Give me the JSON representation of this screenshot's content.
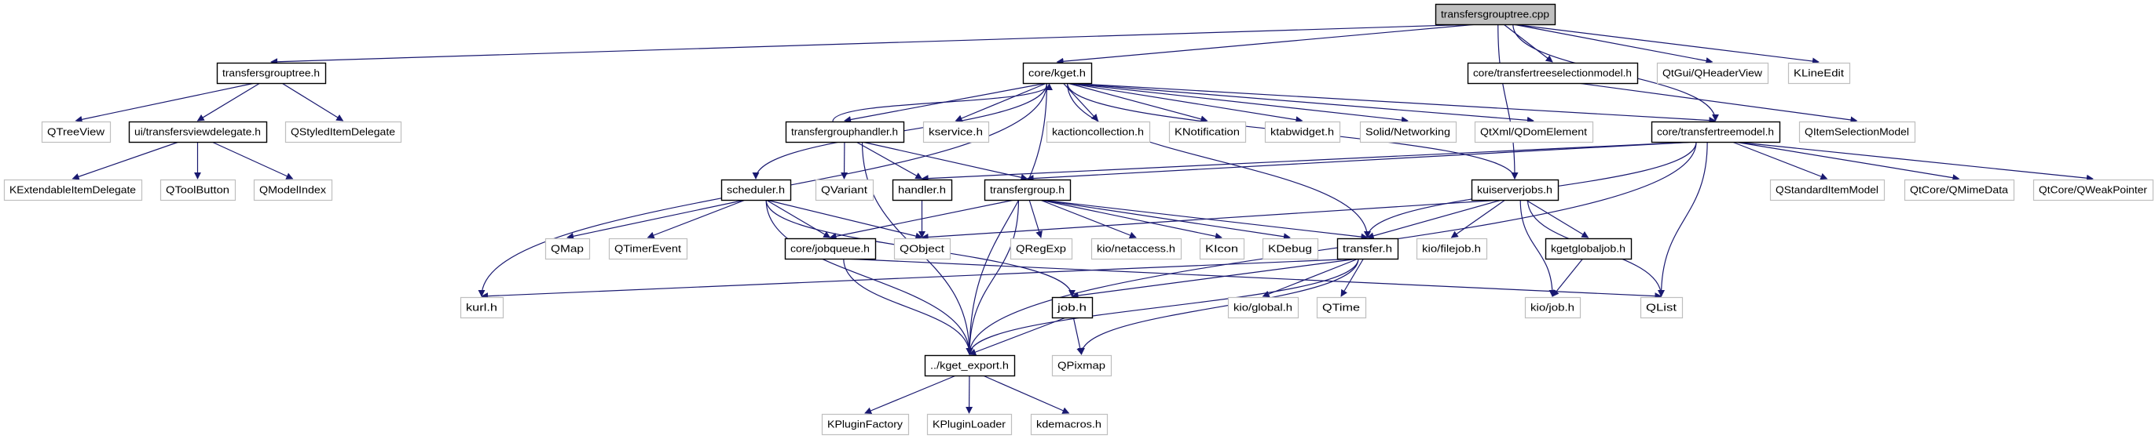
{
  "colors": {
    "edge": "#191970",
    "root_fill": "#bfbfbf",
    "documented_border": "#000000",
    "external_border": "#bfbfbf"
  },
  "nodes": [
    {
      "id": "cpp",
      "label": "transfersgrouptree.cpp",
      "kind": "root"
    },
    {
      "id": "tgt_h",
      "label": "transfersgrouptree.h",
      "kind": "documented"
    },
    {
      "id": "kget",
      "label": "core/kget.h",
      "kind": "documented"
    },
    {
      "id": "tsel",
      "label": "core/transfertreeselectionmodel.h",
      "kind": "documented"
    },
    {
      "id": "qheader",
      "label": "QtGui/QHeaderView",
      "kind": "external"
    },
    {
      "id": "klineedit",
      "label": "KLineEdit",
      "kind": "external"
    },
    {
      "id": "qtreeview",
      "label": "QTreeView",
      "kind": "external"
    },
    {
      "id": "tvd",
      "label": "ui/transfersviewdelegate.h",
      "kind": "documented"
    },
    {
      "id": "qstyled",
      "label": "QStyledItemDelegate",
      "kind": "external"
    },
    {
      "id": "tgh",
      "label": "transfergrouphandler.h",
      "kind": "documented"
    },
    {
      "id": "kservice",
      "label": "kservice.h",
      "kind": "external"
    },
    {
      "id": "kaction",
      "label": "kactioncollection.h",
      "kind": "external"
    },
    {
      "id": "knotif",
      "label": "KNotification",
      "kind": "external"
    },
    {
      "id": "ktab",
      "label": "ktabwidget.h",
      "kind": "external"
    },
    {
      "id": "solid",
      "label": "Solid/Networking",
      "kind": "external"
    },
    {
      "id": "qdom",
      "label": "QtXml/QDomElement",
      "kind": "external"
    },
    {
      "id": "ttm",
      "label": "core/transfertreemodel.h",
      "kind": "documented"
    },
    {
      "id": "qisel",
      "label": "QItemSelectionModel",
      "kind": "external"
    },
    {
      "id": "kext",
      "label": "KExtendableItemDelegate",
      "kind": "external"
    },
    {
      "id": "qtoolbutton",
      "label": "QToolButton",
      "kind": "external"
    },
    {
      "id": "qmodelindex",
      "label": "QModelIndex",
      "kind": "external"
    },
    {
      "id": "scheduler",
      "label": "scheduler.h",
      "kind": "documented"
    },
    {
      "id": "qvariant",
      "label": "QVariant",
      "kind": "external"
    },
    {
      "id": "handler",
      "label": "handler.h",
      "kind": "documented"
    },
    {
      "id": "tgroup",
      "label": "transfergroup.h",
      "kind": "documented"
    },
    {
      "id": "kuis",
      "label": "kuiserverjobs.h",
      "kind": "documented"
    },
    {
      "id": "qsim",
      "label": "QStandardItemModel",
      "kind": "external"
    },
    {
      "id": "qmime",
      "label": "QtCore/QMimeData",
      "kind": "external"
    },
    {
      "id": "qweak",
      "label": "QtCore/QWeakPointer",
      "kind": "external"
    },
    {
      "id": "qmap",
      "label": "QMap",
      "kind": "external"
    },
    {
      "id": "qtimer",
      "label": "QTimerEvent",
      "kind": "external"
    },
    {
      "id": "jobqueue",
      "label": "core/jobqueue.h",
      "kind": "documented"
    },
    {
      "id": "qobject",
      "label": "QObject",
      "kind": "external"
    },
    {
      "id": "qregexp",
      "label": "QRegExp",
      "kind": "external"
    },
    {
      "id": "netaccess",
      "label": "kio/netaccess.h",
      "kind": "external"
    },
    {
      "id": "kicon",
      "label": "KIcon",
      "kind": "external"
    },
    {
      "id": "kdebug",
      "label": "KDebug",
      "kind": "external"
    },
    {
      "id": "transfer",
      "label": "transfer.h",
      "kind": "documented"
    },
    {
      "id": "filejob",
      "label": "kio/filejob.h",
      "kind": "external"
    },
    {
      "id": "kggj",
      "label": "kgetglobaljob.h",
      "kind": "documented"
    },
    {
      "id": "kurl",
      "label": "kurl.h",
      "kind": "external"
    },
    {
      "id": "job",
      "label": "job.h",
      "kind": "documented"
    },
    {
      "id": "kioglobal",
      "label": "kio/global.h",
      "kind": "external"
    },
    {
      "id": "qtime",
      "label": "QTime",
      "kind": "external"
    },
    {
      "id": "kiojob",
      "label": "kio/job.h",
      "kind": "external"
    },
    {
      "id": "qlist",
      "label": "QList",
      "kind": "external"
    },
    {
      "id": "export",
      "label": "../kget_export.h",
      "kind": "documented"
    },
    {
      "id": "qpixmap",
      "label": "QPixmap",
      "kind": "external"
    },
    {
      "id": "kpf",
      "label": "KPluginFactory",
      "kind": "external"
    },
    {
      "id": "kpl",
      "label": "KPluginLoader",
      "kind": "external"
    },
    {
      "id": "kdemacros",
      "label": "kdemacros.h",
      "kind": "external"
    }
  ],
  "edges": [
    [
      "cpp",
      "tgt_h"
    ],
    [
      "cpp",
      "kget"
    ],
    [
      "cpp",
      "tsel"
    ],
    [
      "cpp",
      "qheader"
    ],
    [
      "cpp",
      "klineedit"
    ],
    [
      "cpp",
      "ttm"
    ],
    [
      "cpp",
      "kuis"
    ],
    [
      "tgt_h",
      "qtreeview"
    ],
    [
      "tgt_h",
      "tvd"
    ],
    [
      "tgt_h",
      "qstyled"
    ],
    [
      "tvd",
      "kext"
    ],
    [
      "tvd",
      "qtoolbutton"
    ],
    [
      "tvd",
      "qmodelindex"
    ],
    [
      "kget",
      "tgh"
    ],
    [
      "kget",
      "kservice"
    ],
    [
      "kget",
      "kaction"
    ],
    [
      "kget",
      "knotif"
    ],
    [
      "kget",
      "ktab"
    ],
    [
      "kget",
      "solid"
    ],
    [
      "kget",
      "qdom"
    ],
    [
      "kget",
      "ttm"
    ],
    [
      "kget",
      "scheduler"
    ],
    [
      "kget",
      "kurl"
    ],
    [
      "kget",
      "export"
    ],
    [
      "kget",
      "transfer"
    ],
    [
      "kget",
      "kuis"
    ],
    [
      "tgh",
      "kget"
    ],
    [
      "tgh",
      "qvariant"
    ],
    [
      "tgh",
      "handler"
    ],
    [
      "tgh",
      "tgroup"
    ],
    [
      "tgh",
      "export"
    ],
    [
      "tsel",
      "qisel"
    ],
    [
      "scheduler",
      "qmap"
    ],
    [
      "scheduler",
      "qtimer"
    ],
    [
      "scheduler",
      "jobqueue"
    ],
    [
      "scheduler",
      "qobject"
    ],
    [
      "scheduler",
      "export"
    ],
    [
      "scheduler",
      "job"
    ],
    [
      "handler",
      "qobject"
    ],
    [
      "tgroup",
      "jobqueue"
    ],
    [
      "tgroup",
      "export"
    ],
    [
      "tgroup",
      "qregexp"
    ],
    [
      "tgroup",
      "netaccess"
    ],
    [
      "tgroup",
      "kicon"
    ],
    [
      "tgroup",
      "kdebug"
    ],
    [
      "tgroup",
      "transfer"
    ],
    [
      "ttm",
      "handler"
    ],
    [
      "ttm",
      "tgroup"
    ],
    [
      "ttm",
      "transfer"
    ],
    [
      "ttm",
      "qlist"
    ],
    [
      "ttm",
      "export"
    ],
    [
      "ttm",
      "qsim"
    ],
    [
      "ttm",
      "qmime"
    ],
    [
      "ttm",
      "qweak"
    ],
    [
      "kuis",
      "qobject"
    ],
    [
      "kuis",
      "transfer"
    ],
    [
      "kuis",
      "filejob"
    ],
    [
      "kuis",
      "kiojob"
    ],
    [
      "kuis",
      "kggj"
    ],
    [
      "kuis",
      "qlist"
    ],
    [
      "kggj",
      "kiojob"
    ],
    [
      "jobqueue",
      "export"
    ],
    [
      "jobqueue",
      "qlist"
    ],
    [
      "transfer",
      "kurl"
    ],
    [
      "transfer",
      "kioglobal"
    ],
    [
      "transfer",
      "qtime"
    ],
    [
      "transfer",
      "job"
    ],
    [
      "transfer",
      "export"
    ],
    [
      "transfer",
      "qpixmap"
    ],
    [
      "job",
      "export"
    ],
    [
      "job",
      "qpixmap"
    ],
    [
      "export",
      "kpf"
    ],
    [
      "export",
      "kpl"
    ],
    [
      "export",
      "kdemacros"
    ]
  ]
}
